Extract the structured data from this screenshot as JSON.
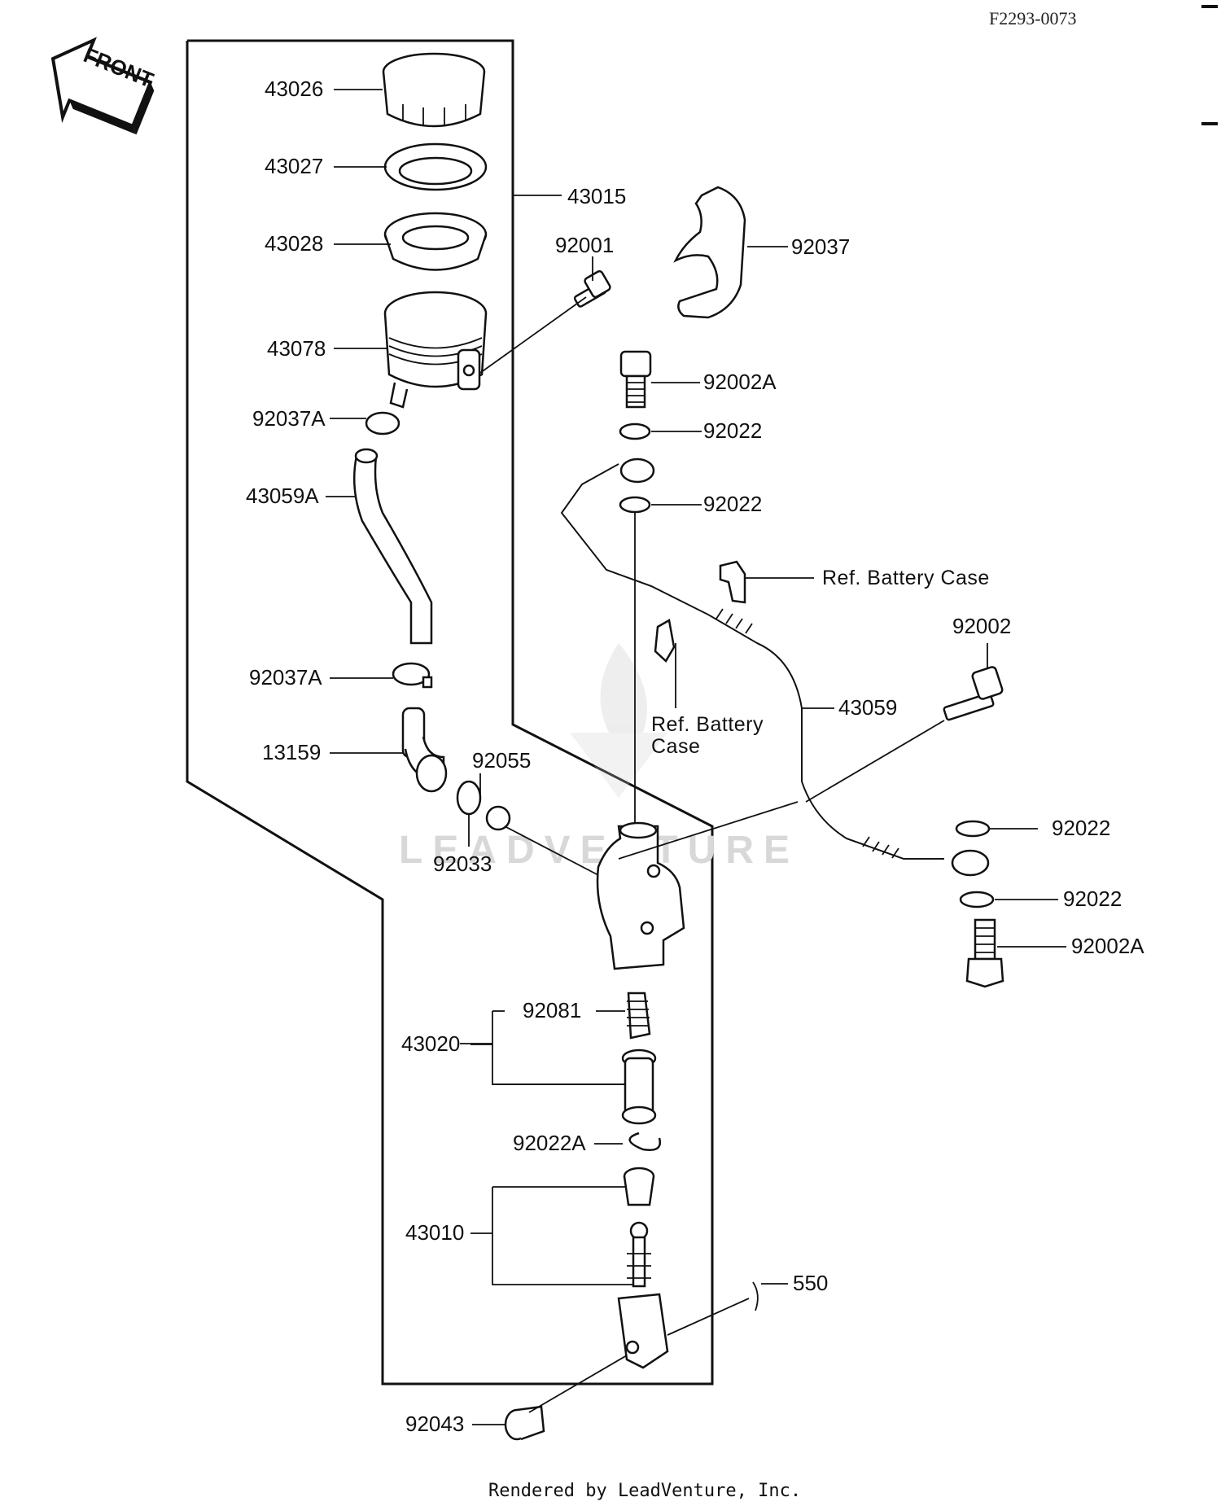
{
  "diagram": {
    "code": "F2293-0073",
    "front_label": "FRONT",
    "watermark": "LEADVENTURE",
    "footer": "Rendered by LeadVenture, Inc.",
    "parts": {
      "p43026": "43026",
      "p43027": "43027",
      "p43015": "43015",
      "p43028": "43028",
      "p92001": "92001",
      "p92037": "92037",
      "p43078": "43078",
      "p92002A_top": "92002A",
      "p92037A_top": "92037A",
      "p92022_a": "92022",
      "p43059A": "43059A",
      "p92022_b": "92022",
      "ref_battery_1": "Ref. Battery Case",
      "p92002": "92002",
      "p92037A_bot": "92037A",
      "ref_battery_2a": "Ref. Battery",
      "ref_battery_2b": "Case",
      "p43059": "43059",
      "p13159": "13159",
      "p92055": "92055",
      "p92022_c": "92022",
      "p92033": "92033",
      "p92022_d": "92022",
      "p92002A_bot": "92002A",
      "p92081": "92081",
      "p43020": "43020",
      "p92022A": "92022A",
      "p43010": "43010",
      "p550": "550",
      "p92043": "92043"
    }
  }
}
